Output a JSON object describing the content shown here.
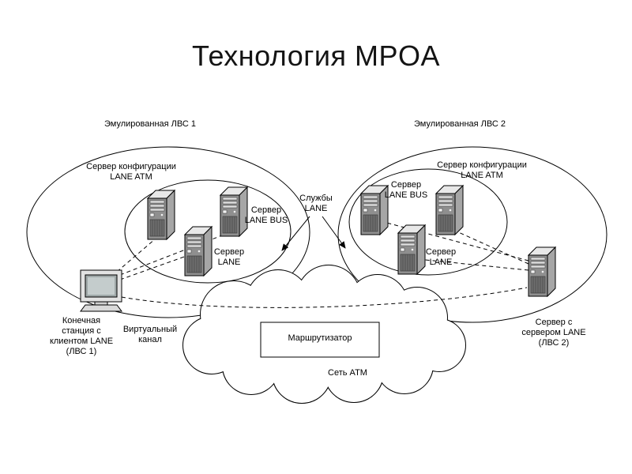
{
  "title": "Технология MPOA",
  "labels": {
    "elan1": "Эмулированная ЛВС 1",
    "elan2": "Эмулированная ЛВС 2",
    "config_server1": "Сервер конфигурации\nLANE ATM",
    "config_server2": "Сервер конфигурации\nLANE ATM",
    "lane_services": "Службы\nLANE",
    "server_lane_bus1": "Сервер\nLANE BUS",
    "server_lane1": "Сервер\nLANE",
    "server_lane_bus2": "Сервер\nLANE BUS",
    "server_lane2": "Сервер\nLANE",
    "end_station": "Конечная\nстанция с\nклиентом LANE\n(ЛВС 1)",
    "virtual_channel": "Виртуальный\nканал",
    "lane_server2": "Сервер с\nсервером LANE\n(ЛВС 2)",
    "router": "Маршрутизатор",
    "atm_network": "Сеть ATM"
  },
  "icons": {
    "server_tower": "server-tower-icon",
    "workstation": "workstation-monitor-icon",
    "cloud": "atm-cloud-shape",
    "arrow": "filled-arrowhead"
  },
  "colors": {
    "line": "#000000",
    "background": "#ffffff",
    "server_front": "#8f8f8f",
    "server_side": "#a6a6a6",
    "server_top": "#e8e8e8"
  }
}
